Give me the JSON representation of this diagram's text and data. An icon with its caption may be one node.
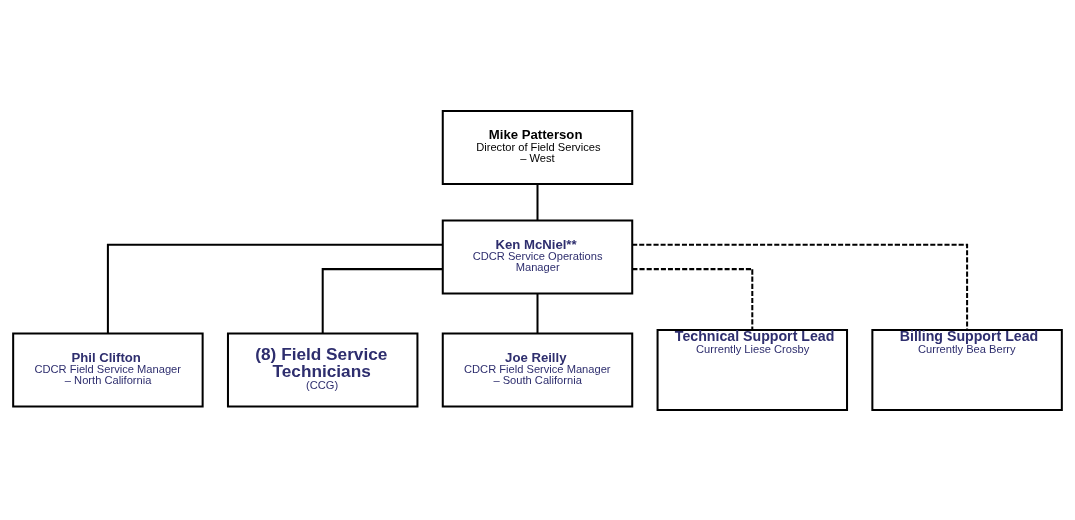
{
  "diagram": {
    "nodes": [
      {
        "text": [
          "Mike Patterson",
          "Director of Field Services – West"
        ]
      },
      {
        "text": [
          "Ken McNiel**",
          "CDCR Service Operations Manager"
        ]
      },
      {
        "text": [
          "Phil Clifton",
          "CDCR Field Service Manager – North California"
        ]
      },
      {
        "text": [
          "(8) Field Service Technicians",
          "(CCG)"
        ]
      },
      {
        "text": [
          "Joe Reilly",
          "CDCR Field Service Manager – South California"
        ]
      },
      {
        "text": [
          "Technical Support Lead",
          "Currently Liese Crosby"
        ]
      },
      {
        "text": [
          "Billing Support Lead",
          "Currently Bea Berry"
        ]
      }
    ],
    "edges": [
      {
        "from": 0,
        "to": 1,
        "arrow": "none"
      },
      {
        "from": 1,
        "to": 2,
        "arrow": "none"
      },
      {
        "from": 1,
        "to": 5,
        "arrow": "none",
        "style": "dashed"
      },
      {
        "from": 1,
        "to": 3,
        "arrow": "none"
      },
      {
        "from": 1,
        "to": 6,
        "arrow": "none",
        "style": "dashed"
      },
      {
        "from": 1,
        "to": 4,
        "arrow": "none"
      }
    ]
  }
}
